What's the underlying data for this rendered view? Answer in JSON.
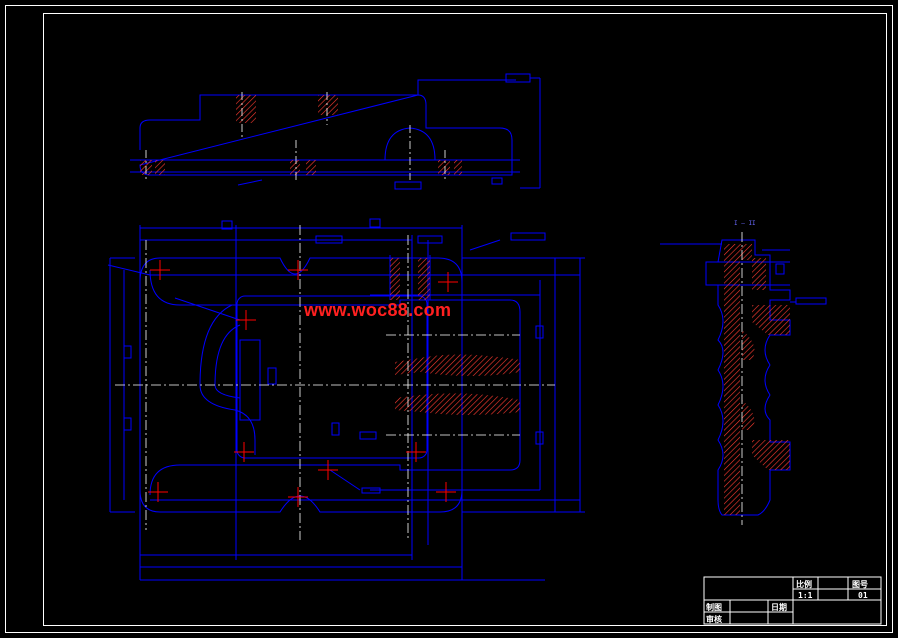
{
  "watermark": "www.woc88.com",
  "title_block": {
    "scale_label": "比例",
    "scale_value": "1:1",
    "drawing_no_label": "图号",
    "drawing_no_value": "01",
    "drawn_by_label": "制图",
    "date_label": "日期",
    "checked_by_label": "审核"
  },
  "section_label": "I — II",
  "colors": {
    "background": "#000000",
    "frame": "#ffffff",
    "outline": "#0000ff",
    "centerline": "#ffffff",
    "hatch": "#ff3b30",
    "hole_mark": "#ff0000",
    "watermark": "#ff2020"
  }
}
